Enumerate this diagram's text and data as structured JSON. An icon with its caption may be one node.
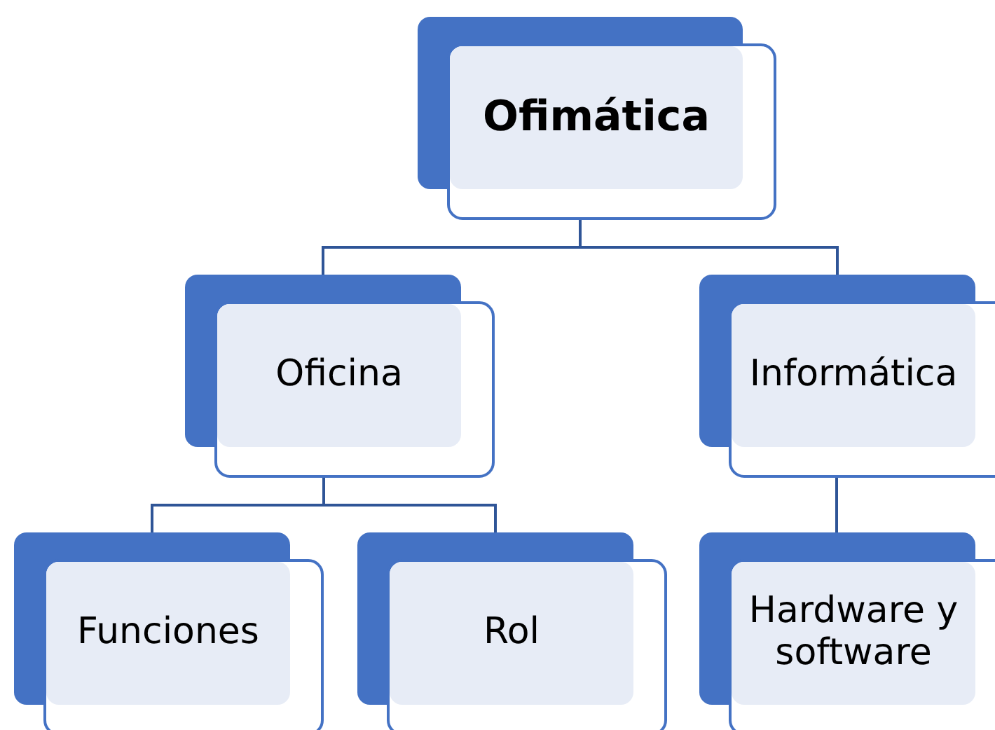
{
  "diagram": {
    "nodes": [
      {
        "text": [
          "Ofimática"
        ]
      },
      {
        "text": [
          "Oficina"
        ]
      },
      {
        "text": [
          "Informática"
        ]
      },
      {
        "text": [
          "Funciones"
        ]
      },
      {
        "text": [
          "Rol"
        ]
      },
      {
        "text": [
          "Hardware y software"
        ]
      }
    ],
    "edges": [
      {
        "from": 0,
        "to": 1,
        "arrow": "none"
      },
      {
        "from": 0,
        "to": 2,
        "arrow": "none"
      },
      {
        "from": 1,
        "to": 3,
        "arrow": "none"
      },
      {
        "from": 1,
        "to": 4,
        "arrow": "none"
      },
      {
        "from": 2,
        "to": 5,
        "arrow": "none"
      }
    ]
  }
}
